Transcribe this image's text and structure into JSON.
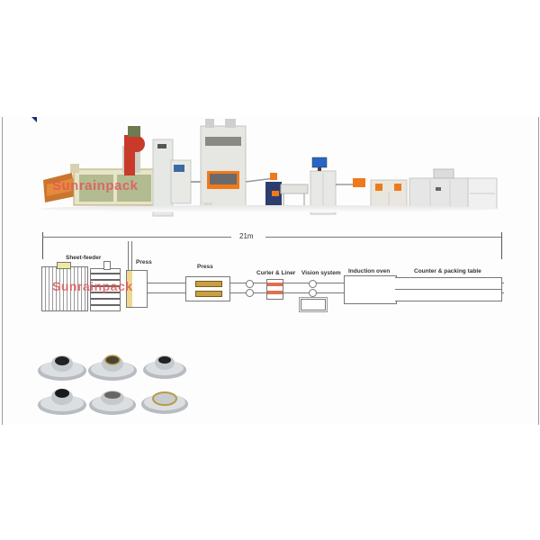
{
  "diagram": {
    "top_photo": {
      "description": "Production line machine photo",
      "watermark": "Sunrainpack"
    },
    "layout_drawing": {
      "length_label": "21m",
      "watermark": "Sunrainpack",
      "stations": [
        {
          "id": "sheet-feeder",
          "label": "Sheet-feeder"
        },
        {
          "id": "press-1",
          "label": "Press"
        },
        {
          "id": "press-2",
          "label": "Press"
        },
        {
          "id": "curler-liner",
          "label": "Curler & Liner"
        },
        {
          "id": "vision-system",
          "label": "Vision system"
        },
        {
          "id": "induction-oven",
          "label": "Induction oven"
        },
        {
          "id": "counter-packing",
          "label": "Counter & packing table"
        }
      ]
    },
    "products": {
      "count": 6,
      "items": [
        "dark-center",
        "gold-rim",
        "dark-center",
        "dark-center",
        "plain",
        "gold-ring"
      ]
    },
    "colors": {
      "accent_orange": "#f07a1a",
      "watermark_red": "#e05a5a",
      "machine_grey": "#dcdcd6",
      "line_grey": "#777777",
      "corner_navy": "#1b2a7a"
    }
  }
}
